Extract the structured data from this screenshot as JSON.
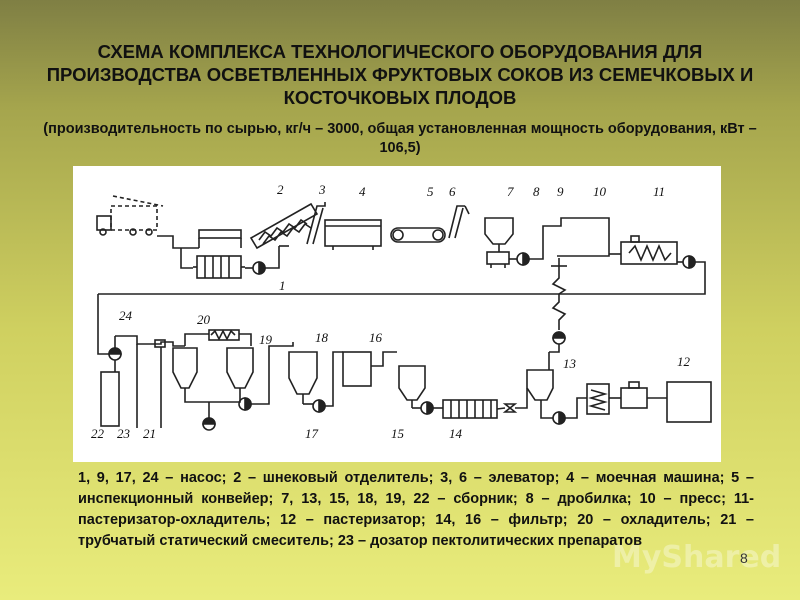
{
  "title": "СХЕМА КОМПЛЕКСА ТЕХНОЛОГИЧЕСКОГО ОБОРУДОВАНИЯ ДЛЯ ПРОИЗВОДСТВА ОСВЕТВЛЕННЫХ ФРУКТОВЫХ СОКОВ ИЗ СЕМЕЧКОВЫХ И КОСТОЧКОВЫХ ПЛОДОВ",
  "subtitle": "(производительность по сырью, кг/ч – 3000, общая установленная мощность оборудования, кВт – 106,5)",
  "diagram_labels": [
    "1",
    "2",
    "3",
    "4",
    "5",
    "6",
    "7",
    "8",
    "9",
    "10",
    "11",
    "12",
    "13",
    "14",
    "15",
    "16",
    "17",
    "18",
    "19",
    "20",
    "21",
    "22",
    "23",
    "24"
  ],
  "legend": "1, 9, 17, 24 – насос; 2 – шнековый отделитель; 3, 6 – элеватор; 4 – моечная машина; 5 – инспекционный конвейер; 7, 13, 15, 18, 19, 22 – сборник; 8 – дробилка; 10 – пресс; 11- пастеризатор-охладитель; 12 – пастеризатор; 14, 16 – фильтр; 20 – охладитель; 21 – трубчатый статический смеситель; 23 – дозатор пектолитических препаратов",
  "page_number": "8",
  "watermark": "MyShared"
}
